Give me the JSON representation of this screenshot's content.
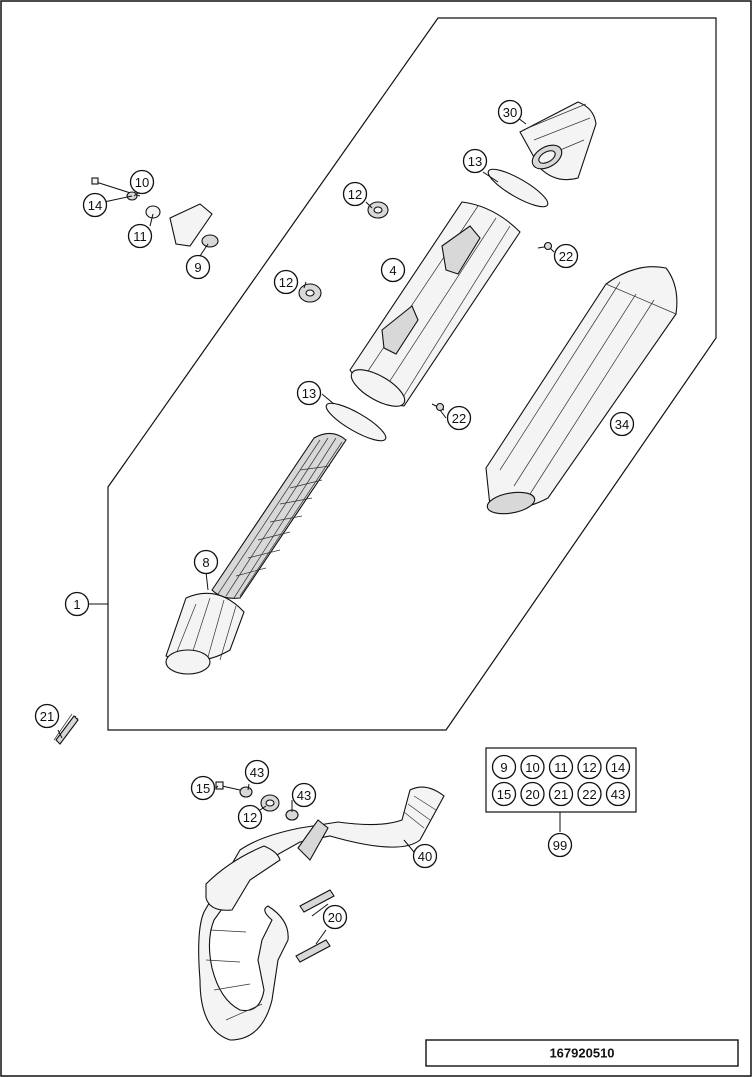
{
  "figure_number": "167920510",
  "callouts": [
    {
      "id": "30",
      "label": "30"
    },
    {
      "id": "13a",
      "label": "13"
    },
    {
      "id": "12a",
      "label": "12"
    },
    {
      "id": "10",
      "label": "10"
    },
    {
      "id": "14",
      "label": "14"
    },
    {
      "id": "11",
      "label": "11"
    },
    {
      "id": "9",
      "label": "9"
    },
    {
      "id": "22a",
      "label": "22"
    },
    {
      "id": "4",
      "label": "4"
    },
    {
      "id": "12b",
      "label": "12"
    },
    {
      "id": "13b",
      "label": "13"
    },
    {
      "id": "22b",
      "label": "22"
    },
    {
      "id": "34",
      "label": "34"
    },
    {
      "id": "8",
      "label": "8"
    },
    {
      "id": "1",
      "label": "1"
    },
    {
      "id": "21",
      "label": "21"
    },
    {
      "id": "43a",
      "label": "43"
    },
    {
      "id": "15",
      "label": "15"
    },
    {
      "id": "43b",
      "label": "43"
    },
    {
      "id": "12c",
      "label": "12"
    },
    {
      "id": "40",
      "label": "40"
    },
    {
      "id": "20",
      "label": "20"
    }
  ],
  "kit": {
    "items": [
      "9",
      "10",
      "11",
      "12",
      "14",
      "15",
      "20",
      "21",
      "22",
      "43"
    ],
    "kit_number": "99"
  }
}
